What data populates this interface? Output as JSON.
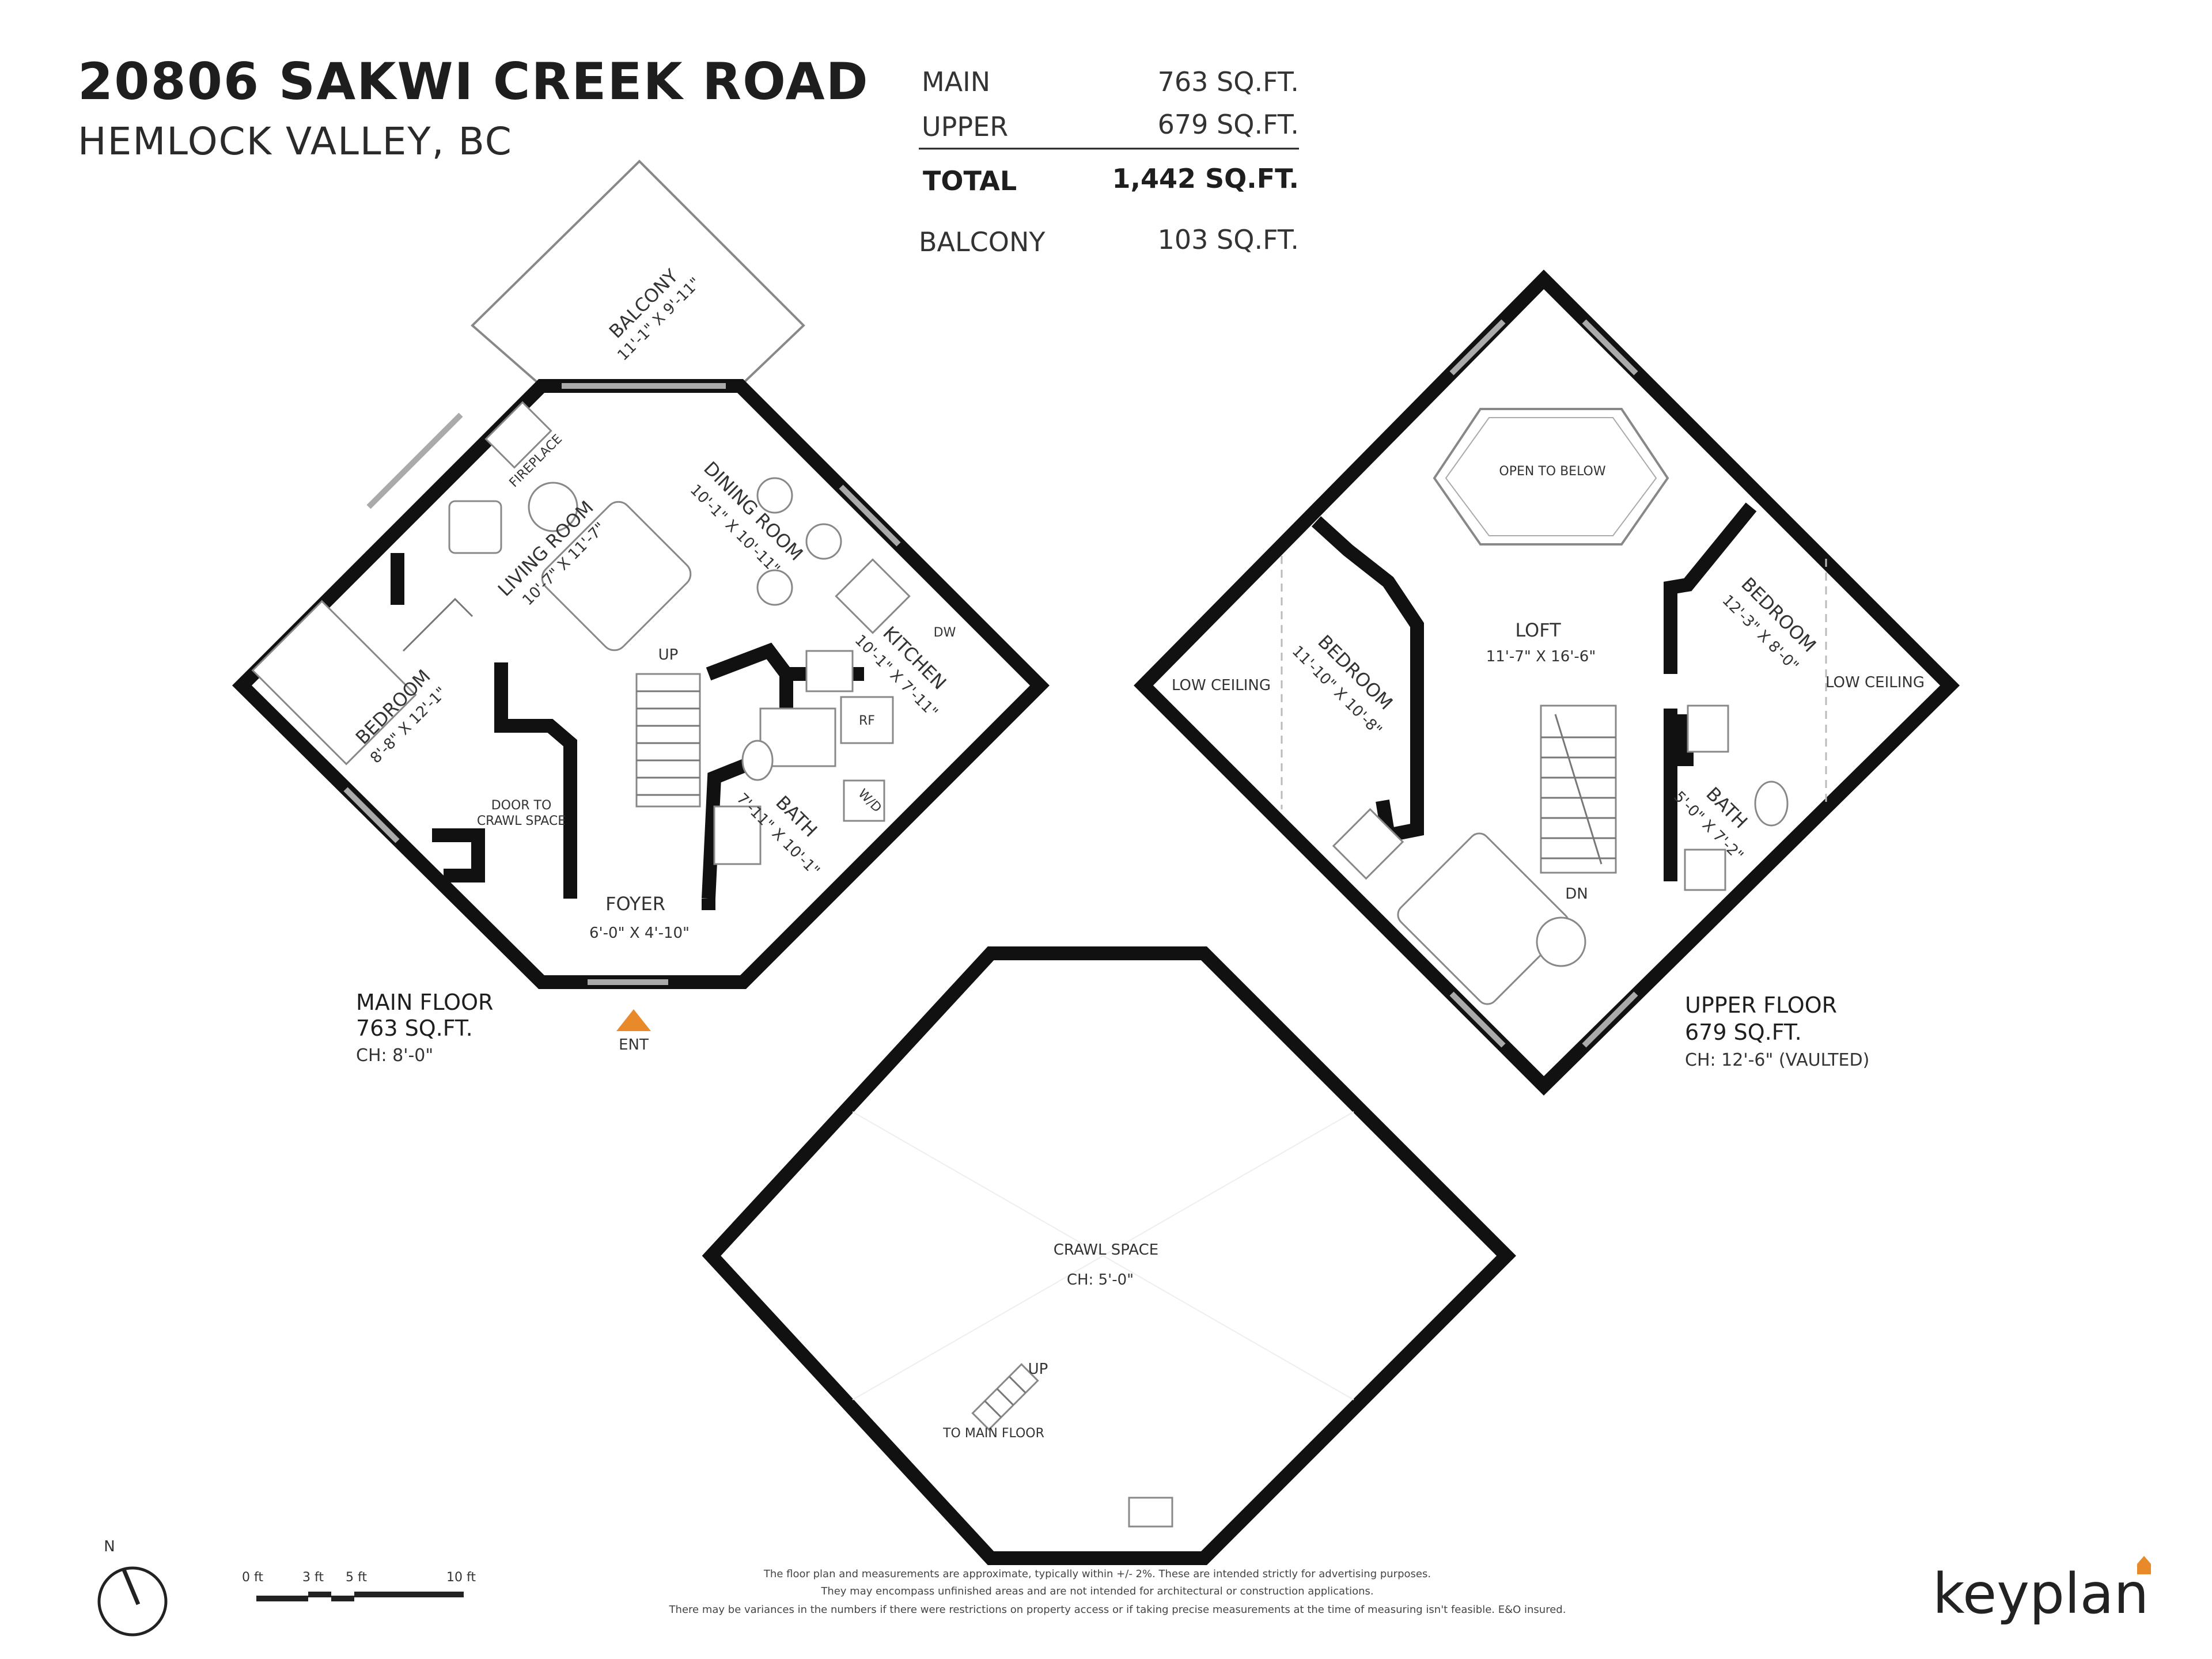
{
  "header": {
    "address": "20806 SAKWI CREEK ROAD",
    "city": "HEMLOCK VALLEY, BC"
  },
  "areas": {
    "main_label": "MAIN",
    "main_value": "763 SQ.FT.",
    "upper_label": "UPPER",
    "upper_value": "679 SQ.FT.",
    "total_label": "TOTAL",
    "total_value": "1,442 SQ.FT.",
    "balcony_label": "BALCONY",
    "balcony_value": "103 SQ.FT."
  },
  "main_floor": {
    "label": "MAIN FLOOR",
    "area": "763 SQ.FT.",
    "ceiling": "CH: 8'-0\"",
    "entry": "ENT",
    "rooms": {
      "balcony": "BALCONY",
      "balcony_dim": "11'-1\" X 9'-11\"",
      "fireplace": "FIREPLACE",
      "living": "LIVING ROOM",
      "living_dim": "10'-7\" X 11'-7\"",
      "dining": "DINING ROOM",
      "dining_dim": "10'-1\" X 10'-11\"",
      "kitchen": "KITCHEN",
      "kitchen_dim": "10'-1\" X 7'-11\"",
      "dw": "DW",
      "rf": "RF",
      "wd": "W/D",
      "bedroom": "BEDROOM",
      "bedroom_dim": "8'-8\" X 12'-1\"",
      "up": "UP",
      "crawl_door_1": "DOOR TO",
      "crawl_door_2": "CRAWL SPACE",
      "bath": "BATH",
      "bath_dim": "7'-11\" X 10'-1\"",
      "foyer": "FOYER",
      "foyer_dim": "6'-0\" X 4'-10\""
    }
  },
  "upper_floor": {
    "label": "UPPER FLOOR",
    "area": "679 SQ.FT.",
    "ceiling": "CH: 12'-6\" (VAULTED)",
    "rooms": {
      "open_below": "OPEN TO BELOW",
      "loft": "LOFT",
      "loft_dim": "11'-7\" X 16'-6\"",
      "bedroom_left": "BEDROOM",
      "bedroom_left_dim": "11'-10\" X 10'-8\"",
      "bedroom_right": "BEDROOM",
      "bedroom_right_dim": "12'-3\" X 8'-0\"",
      "low_ceiling_left": "LOW CEILING",
      "low_ceiling_right": "LOW CEILING",
      "bath": "BATH",
      "bath_dim": "5'-0\" X 7'-2\"",
      "dn": "DN"
    }
  },
  "crawl": {
    "label": "CRAWL SPACE",
    "ceiling": "CH: 5'-0\"",
    "up": "UP",
    "to_main": "TO MAIN FLOOR"
  },
  "compass": {
    "north": "N"
  },
  "scale": {
    "t0": "0 ft",
    "t3": "3 ft",
    "t5": "5 ft",
    "t10": "10 ft"
  },
  "disclaimer": {
    "line1": "The floor plan and measurements are approximate, typically within +/- 2%. These are intended strictly for advertising purposes.",
    "line2": "They may encompass unfinished areas and are not intended for architectural or construction applications.",
    "line3": "There may be variances in the numbers if there were restrictions on property access or if taking precise measurements at the time of measuring isn't feasible. E&O insured."
  },
  "brand": {
    "name": "keyplan",
    "accent": "#e88a2a"
  }
}
